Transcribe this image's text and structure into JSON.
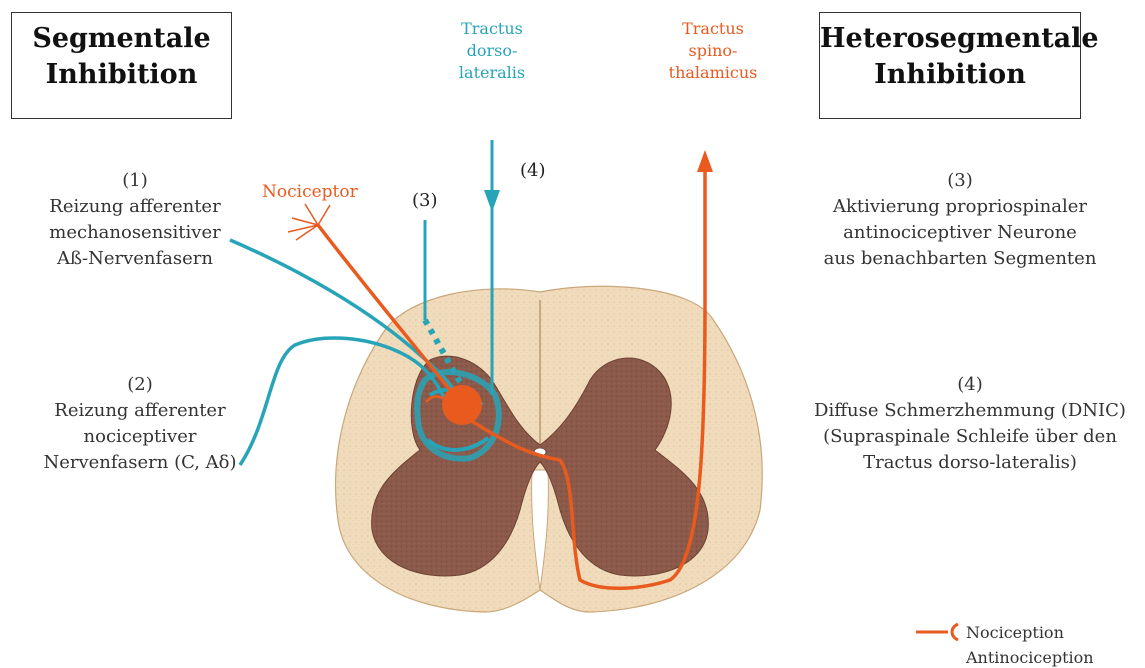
{
  "left_box": {
    "line1": "Segmentale",
    "line2": "Inhibition"
  },
  "right_box": {
    "line1": "Heterosegmentale",
    "line2": "Inhibition"
  },
  "left_note_1": {
    "num": "(1)",
    "line1": "Reizung afferenter",
    "line2": "mechanosensitiver",
    "line3": "Aß-Nervenfasern"
  },
  "left_note_2": {
    "num": "(2)",
    "line1": "Reizung afferenter",
    "line2": "nociceptiver",
    "line3": "Nervenfasern (C, Aδ)"
  },
  "right_note_3": {
    "num": "(3)",
    "line1": "Aktivierung propriospinaler",
    "line2": "antinociceptiver Neurone",
    "line3": "aus benachbarten Segmenten"
  },
  "right_note_4": {
    "num": "(4)",
    "line1": "Diffuse Schmerzhemmung (DNIC)",
    "line2": "(Supraspinale Schleife über den",
    "line3": "Tractus dorso-lateralis)"
  },
  "tract_dorsolateralis": {
    "line1": "Tractus",
    "line2": "dorso-",
    "line3": "lateralis"
  },
  "tract_spinothalamicus": {
    "line1": "Tractus",
    "line2": "spino-",
    "line3": "thalamicus"
  },
  "nociceptor_label": "Nociceptor",
  "marker_3": "(3)",
  "marker_4": "(4)",
  "legend": {
    "nociception": "Nociception",
    "antinociception": "Antinociception"
  },
  "colors": {
    "nociception": "#e85a1e",
    "antinociception": "#27a4b8",
    "white_matter": "#f0dcbc",
    "grey_matter": "#8c5a4a"
  }
}
